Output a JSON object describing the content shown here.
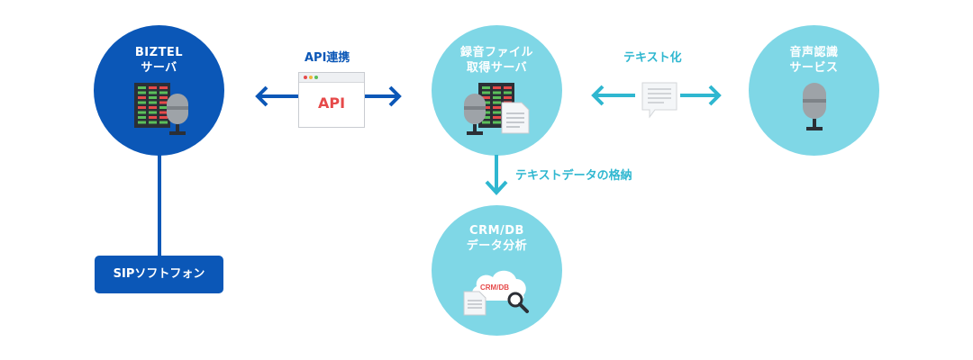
{
  "nodes": {
    "biztel": {
      "title": "BIZTEL\nサーバ"
    },
    "recording": {
      "title": "録音ファイル\n取得サーバ"
    },
    "speech": {
      "title": "音声認識\nサービス"
    },
    "crm": {
      "title": "CRM/DB\nデータ分析",
      "cloud_label": "CRM/DB"
    },
    "sip": {
      "label": "SIPソフトフォン"
    }
  },
  "edges": {
    "api": {
      "label": "API連携",
      "window_text": "API"
    },
    "text": {
      "label": "テキスト化"
    },
    "store": {
      "label": "テキストデータの格納"
    }
  },
  "colors": {
    "dark_blue": "#0b57b7",
    "light_blue": "#7fd7e6",
    "arrow_light": "#2fb7d0",
    "accent_red": "#e64a4a"
  },
  "icons": [
    "server-rack-icon",
    "microphone-icon",
    "document-icon",
    "browser-window-icon",
    "cloud-icon",
    "magnifier-icon",
    "speech-bubble-icon"
  ]
}
